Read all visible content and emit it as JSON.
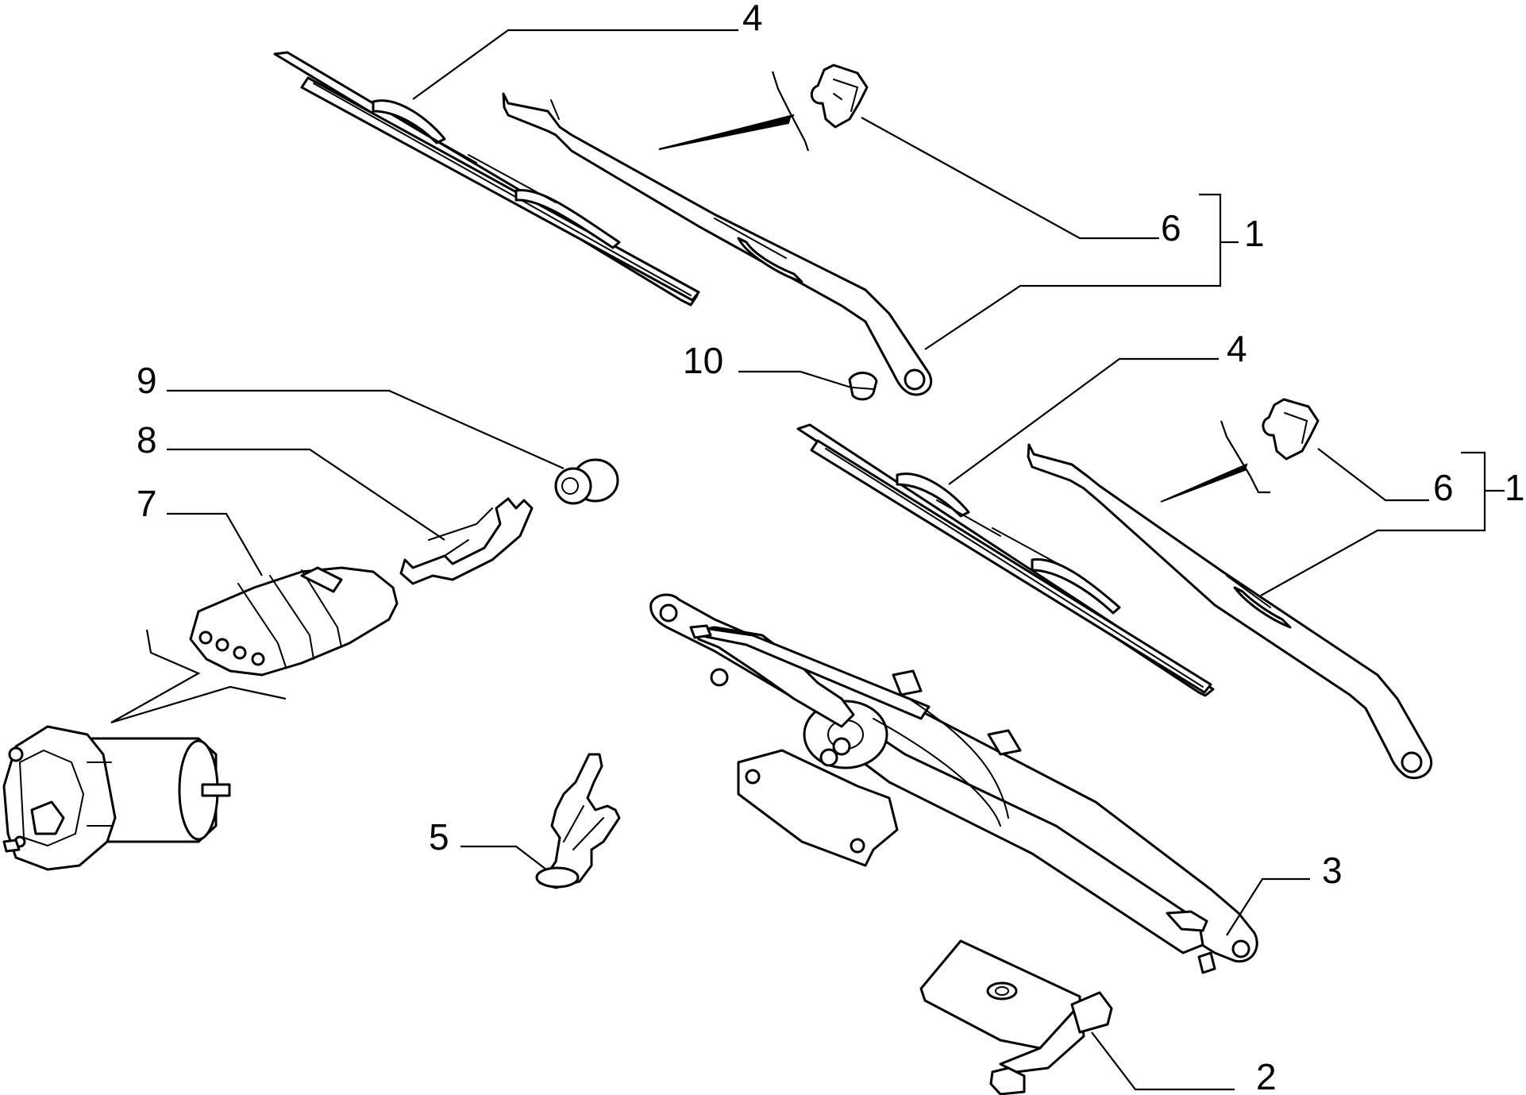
{
  "callouts": {
    "c1_top": "1",
    "c1_bottom": "1",
    "c2": "2",
    "c3": "3",
    "c4_top": "4",
    "c4_mid": "4",
    "c5": "5",
    "c6_top": "6",
    "c6_bottom": "6",
    "c7": "7",
    "c8": "8",
    "c9": "9",
    "c10": "10"
  },
  "colors": {
    "ink": "#000000",
    "paper": "#ffffff"
  },
  "parts": [
    {
      "callout": "1",
      "icon": "wiper-arm-assembly-bracket"
    },
    {
      "callout": "2",
      "icon": "mounting-bracket-icon"
    },
    {
      "callout": "3",
      "icon": "wiper-linkage-icon"
    },
    {
      "callout": "4",
      "icon": "wiper-blade-icon"
    },
    {
      "callout": "5",
      "icon": "clip-icon"
    },
    {
      "callout": "6",
      "icon": "washer-nozzle-icon"
    },
    {
      "callout": "7",
      "icon": "connector-icon"
    },
    {
      "callout": "8",
      "icon": "terminal-icon"
    },
    {
      "callout": "9",
      "icon": "grommet-icon"
    },
    {
      "callout": "10",
      "icon": "nut-cap-icon"
    }
  ]
}
